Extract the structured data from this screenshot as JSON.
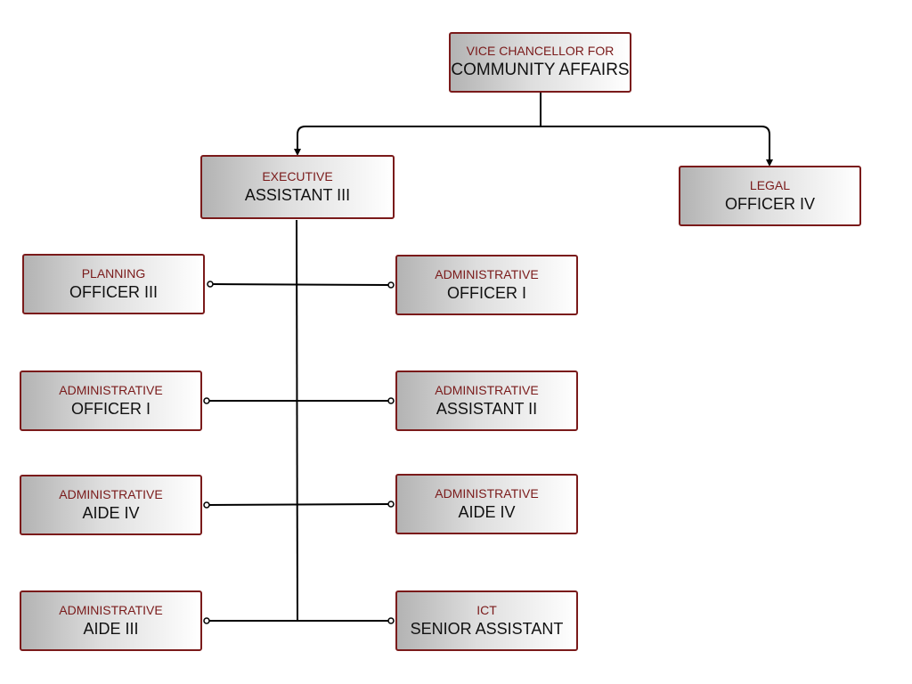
{
  "colors": {
    "border": "#7a1a1a",
    "line": "#000000",
    "title_line": "#7a1a1a",
    "name_line": "#111111"
  },
  "nodes": {
    "root": {
      "line1": "VICE CHANCELLOR FOR",
      "line2": "COMMUNITY AFFAIRS"
    },
    "exec": {
      "line1": "EXECUTIVE",
      "line2": "ASSISTANT III"
    },
    "legal": {
      "line1": "LEGAL",
      "line2": "OFFICER IV"
    },
    "planning": {
      "line1": "PLANNING",
      "line2": "OFFICER III"
    },
    "ao1_right": {
      "line1": "ADMINISTRATIVE",
      "line2": "OFFICER I"
    },
    "ao1_left": {
      "line1": "ADMINISTRATIVE",
      "line2": "OFFICER I"
    },
    "aa2": {
      "line1": "ADMINISTRATIVE",
      "line2": "ASSISTANT II"
    },
    "aide4_left": {
      "line1": "ADMINISTRATIVE",
      "line2": "AIDE IV"
    },
    "aide4_right": {
      "line1": "ADMINISTRATIVE",
      "line2": "AIDE IV"
    },
    "aide3": {
      "line1": "ADMINISTRATIVE",
      "line2": "AIDE III"
    },
    "ict": {
      "line1": "ICT",
      "line2": "SENIOR ASSISTANT"
    }
  },
  "edges": [
    {
      "from": "root",
      "to": "exec",
      "style": "arrow"
    },
    {
      "from": "root",
      "to": "legal",
      "style": "arrow"
    },
    {
      "from": "exec",
      "to": "planning",
      "style": "circle"
    },
    {
      "from": "exec",
      "to": "ao1_right",
      "style": "circle"
    },
    {
      "from": "exec",
      "to": "ao1_left",
      "style": "circle"
    },
    {
      "from": "exec",
      "to": "aa2",
      "style": "circle"
    },
    {
      "from": "exec",
      "to": "aide4_left",
      "style": "circle"
    },
    {
      "from": "exec",
      "to": "aide4_right",
      "style": "circle"
    },
    {
      "from": "exec",
      "to": "aide3",
      "style": "circle"
    },
    {
      "from": "exec",
      "to": "ict",
      "style": "circle"
    }
  ]
}
